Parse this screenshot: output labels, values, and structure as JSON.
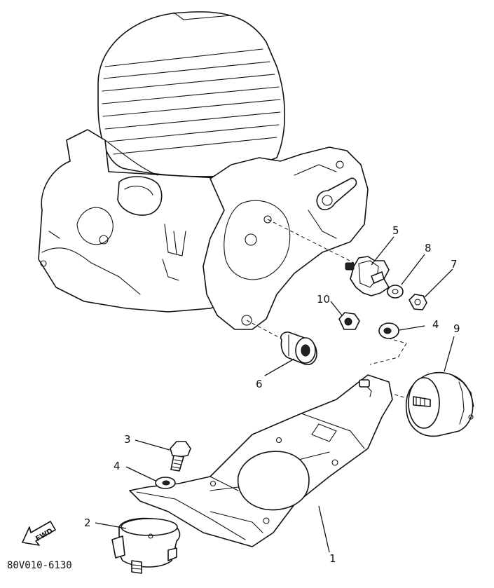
{
  "figure_code": "80V010-6130",
  "fwd_label": "FWD",
  "callouts": {
    "c1": "1",
    "c2": "2",
    "c3": "3",
    "c4a": "4",
    "c4b": "4",
    "c5": "5",
    "c6": "6",
    "c7": "7",
    "c8": "8",
    "c9": "9",
    "c10": "10"
  }
}
